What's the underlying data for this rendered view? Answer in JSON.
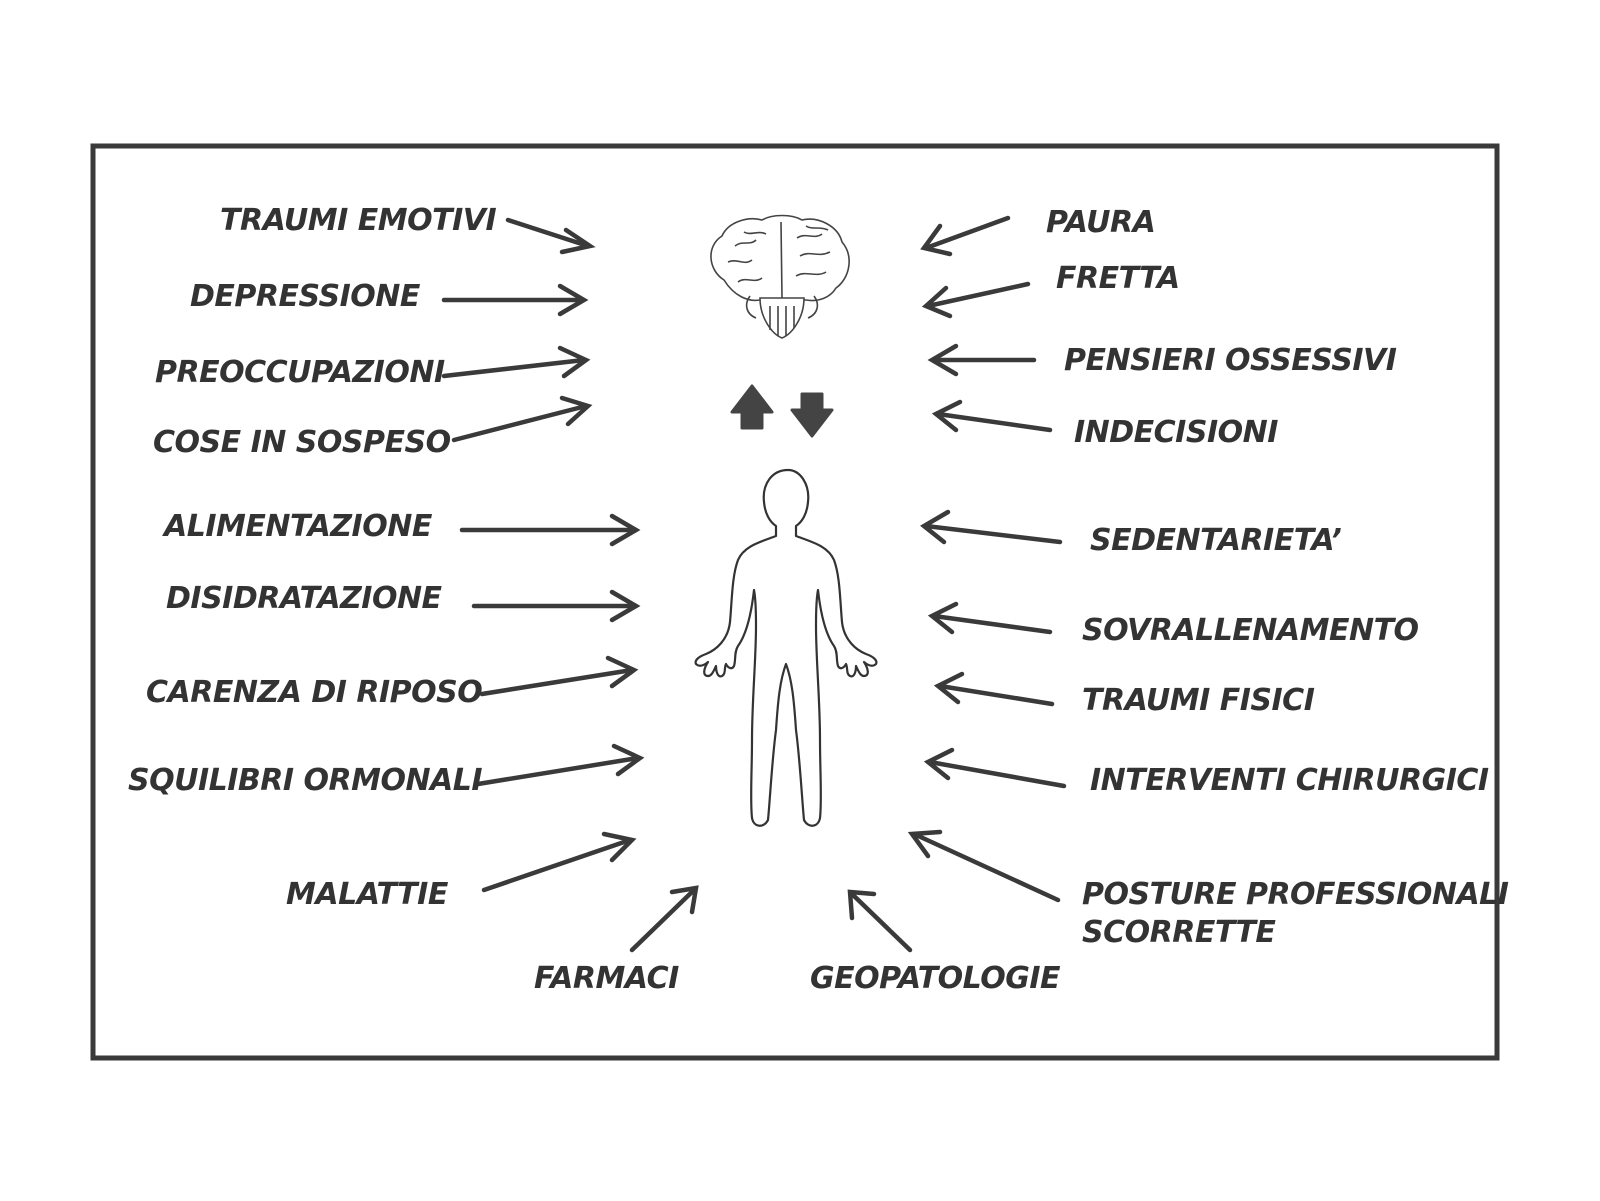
{
  "colors": {
    "ink": "#333333",
    "frame": "#3a3a3a",
    "background": "#ffffff"
  },
  "left_factors": [
    {
      "label": "TRAUMI EMOTIVI"
    },
    {
      "label": "DEPRESSIONE"
    },
    {
      "label": "PREOCCUPAZIONI"
    },
    {
      "label": "COSE IN SOSPESO"
    },
    {
      "label": "ALIMENTAZIONE"
    },
    {
      "label": "DISIDRATAZIONE"
    },
    {
      "label": "CARENZA DI RIPOSO"
    },
    {
      "label": "SQUILIBRI ORMONALI"
    },
    {
      "label": "MALATTIE"
    }
  ],
  "right_factors": [
    {
      "label": "PAURA"
    },
    {
      "label": "FRETTA"
    },
    {
      "label": "PENSIERI OSSESSIVI"
    },
    {
      "label": "INDECISIONI"
    },
    {
      "label": "SEDENTARIETA’"
    },
    {
      "label": "SOVRALLENAMENTO"
    },
    {
      "label": "TRAUMI FISICI"
    },
    {
      "label": "INTERVENTI CHIRURGICI"
    },
    {
      "label_line1": "POSTURE PROFESSIONALI",
      "label_line2": "SCORRETTE"
    }
  ],
  "bottom_factors": [
    {
      "label": "FARMACI"
    },
    {
      "label": "GEOPATOLOGIE"
    }
  ],
  "icons": {
    "brain": "brain-icon",
    "body": "human-body-icon",
    "up_arrow": "arrow-up-icon",
    "down_arrow": "arrow-down-icon"
  }
}
